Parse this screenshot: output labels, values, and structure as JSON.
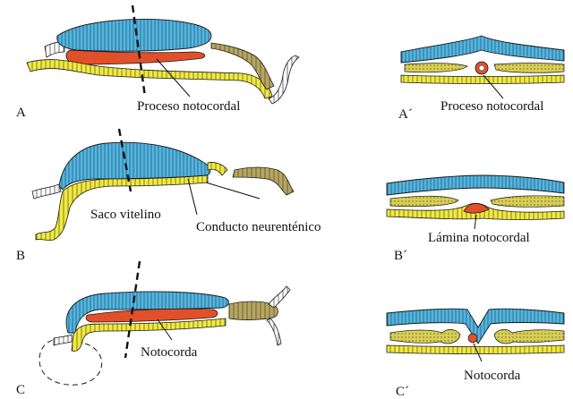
{
  "panels": {
    "A": {
      "letter": "A",
      "label": "Proceso notocordal"
    },
    "A_prime": {
      "letter": "A´",
      "label": "Proceso notocordal"
    },
    "B": {
      "letter": "B",
      "label_left": "Saco vitelino",
      "label_right": "Conducto neurenténico"
    },
    "B_prime": {
      "letter": "B´",
      "label": "Lámina notocordal"
    },
    "C": {
      "letter": "C",
      "label": "Notocorda"
    },
    "C_prime": {
      "letter": "C´",
      "label": "Notocorda"
    }
  },
  "colors": {
    "ectoderm": "#52b6e0",
    "endoderm": "#f2ea3c",
    "notochord": "#e2502a",
    "amnion": "#b7a65e",
    "outline": "#1a1a1a"
  }
}
